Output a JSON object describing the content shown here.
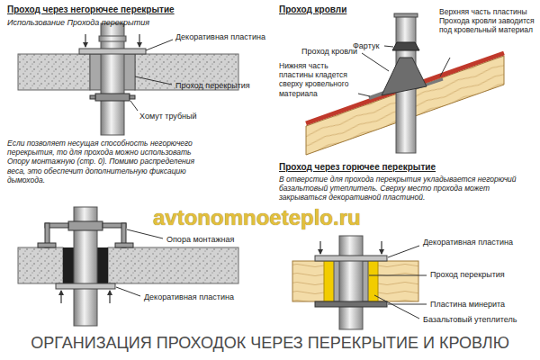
{
  "diagram": {
    "caption": "ОРГАНИЗАЦИЯ ПРОХОДОК ЧЕРЕЗ ПЕРЕКРЫТИЕ И КРОВЛЮ",
    "labels": [
      "Проход через негорючее перекрытие",
      "Использование Прохода перекрытия",
      "Декоративная пластина",
      "Проход перекрытия",
      "Хомут трубный",
      "Если позволяет несущая способность негорючего перекрытия, то для прохода можно использовать Опору монтажную (стр. 0). Помимо распределения веса, это обеспечит дополнительную фиксацию дымохода.",
      "Опора монтажная",
      "Декоративная пластина",
      "Проход кровли",
      "Фартук",
      "Верхняя часть пластины Прохода кровли заводится под кровельный материал",
      "Проход кровли",
      "Нижняя часть пластины кладется сверху кровельного материала",
      "Проход через горючее перекрытие",
      "В отверстие для прохода перекрытия укладывается негорючий базальтовый утеплитель. Сверху место прохода может закрываться декоративной пластиной.",
      "Декоративная пластина",
      "Проход перекрытия",
      "Пластина минерита",
      "Базальтовый утеплитель",
      "avtonomnoeteplo.ru"
    ]
  }
}
